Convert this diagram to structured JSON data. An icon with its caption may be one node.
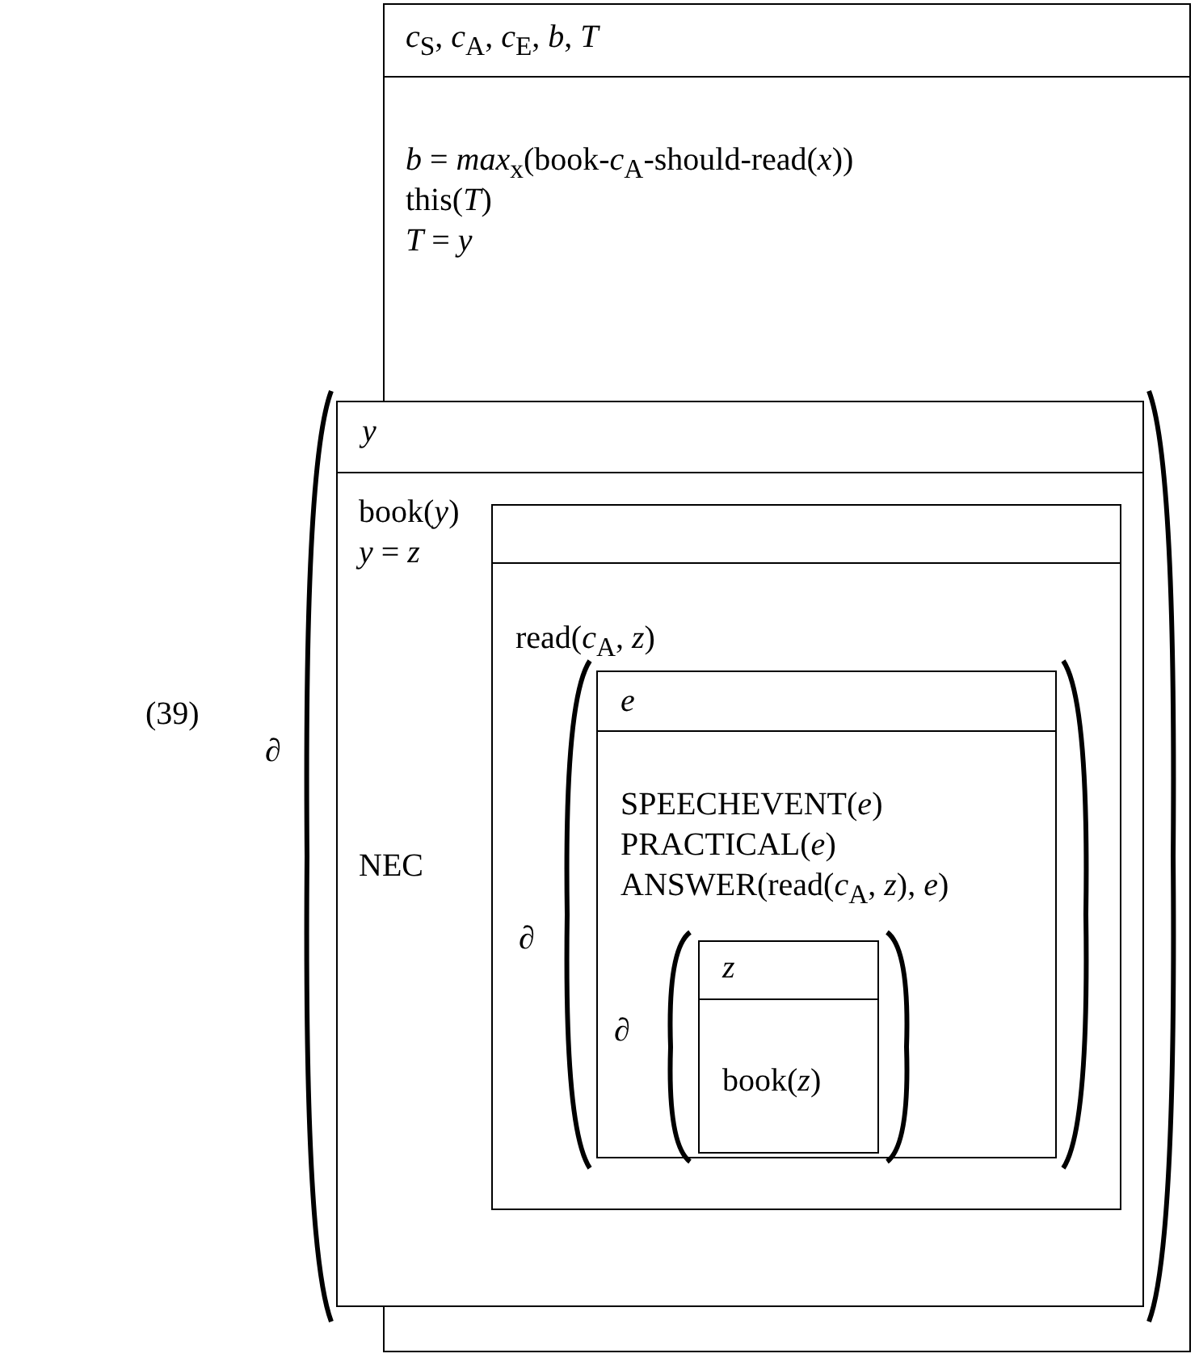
{
  "diagram": {
    "nodes": [
      {
        "text": [
          "*c*$_{S}$, *c*$_{A}$, *c*$_{E}$, *b*, *T*",
          "*b* = *max*$_{x}$(book-*c*$_{A}$-should-read(*x*))",
          "this(*T*)",
          "*T* = *y*",
          "∂"
        ]
      },
      {
        "text": [
          "*y*",
          "book(*y*)",
          "*y* = *z*",
          "NEC"
        ],
        "in": 0
      },
      {
        "text": [
          "read(*c*$_{A}$, *z*)",
          "∂"
        ],
        "in": 1
      },
      {
        "text": [
          "*e*",
          "SPEECHEVENT(*e*)",
          "PRACTICAL(*e*)",
          "ANSWER(read(*c*$_{A}$, *z*), *e*)",
          "∂"
        ],
        "in": 2
      },
      {
        "text": [
          "*z*",
          "book(*z*)"
        ],
        "in": 3
      }
    ],
    "labels": [
      "(39)"
    ]
  }
}
